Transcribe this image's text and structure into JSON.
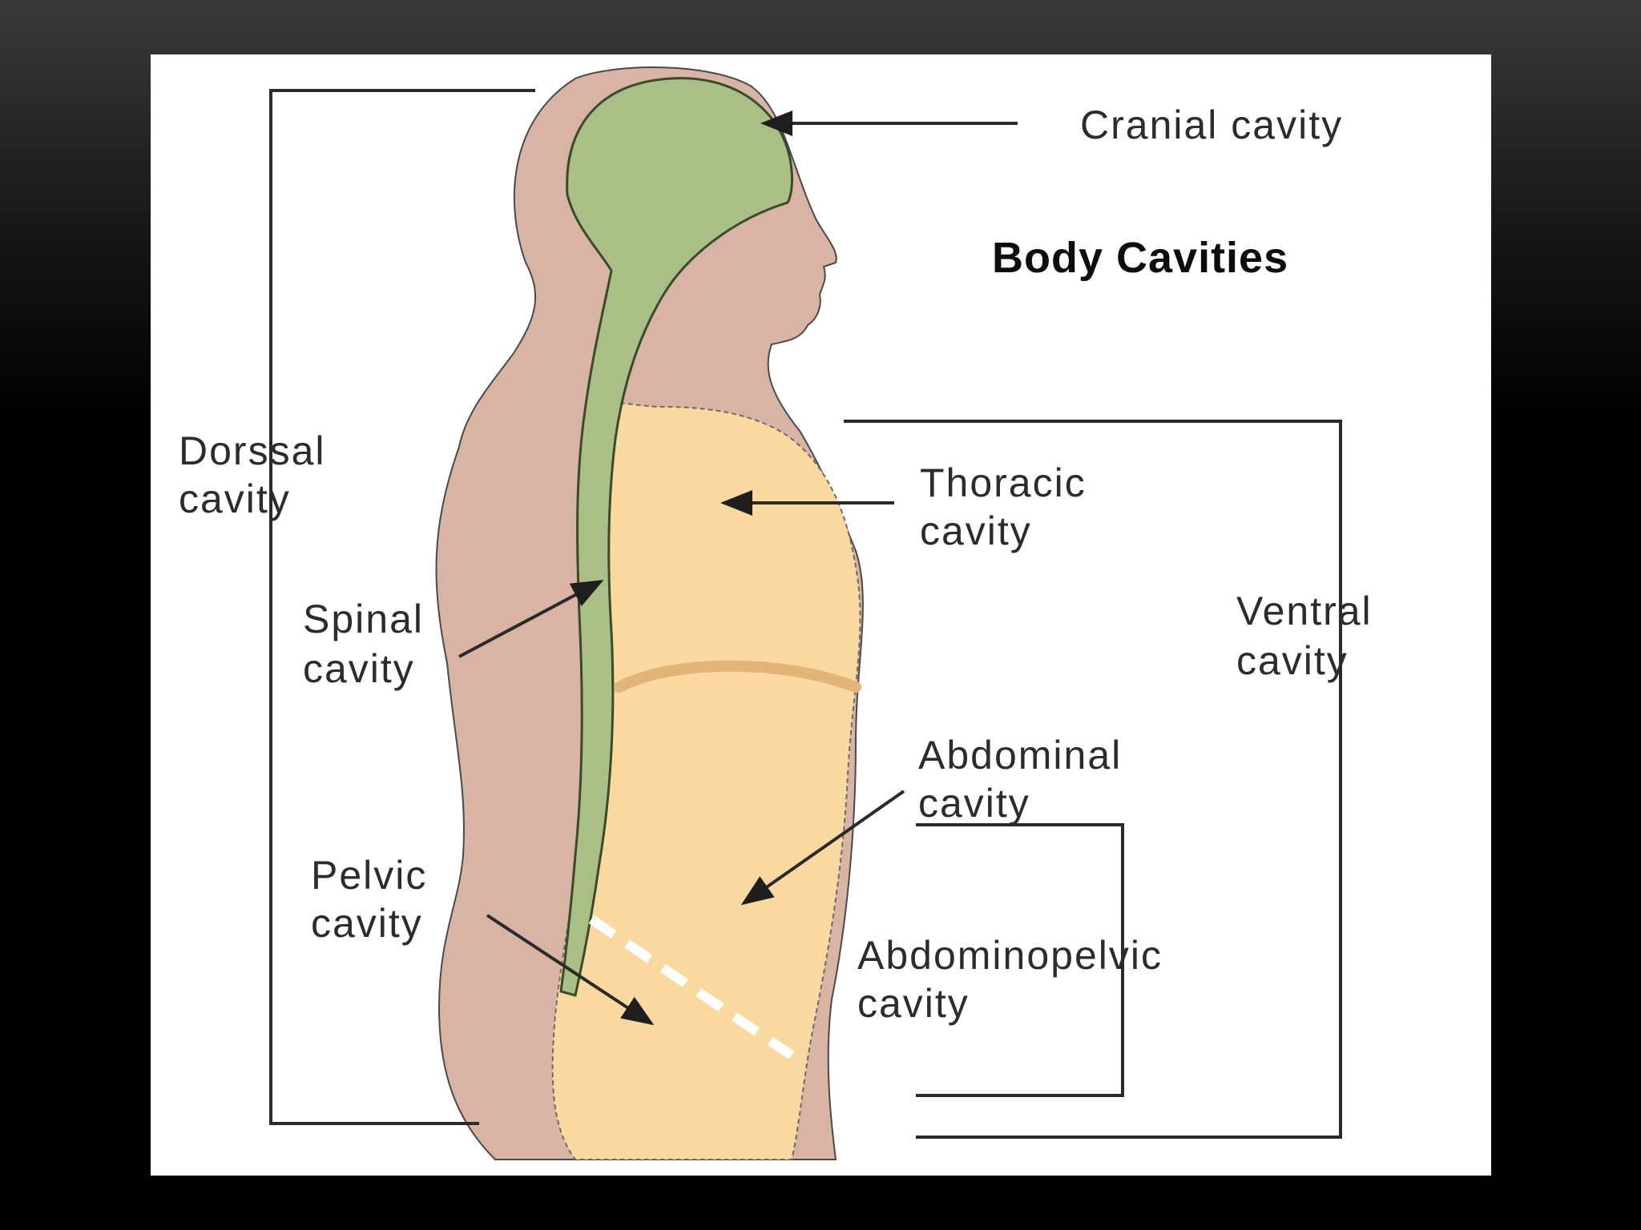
{
  "title": "Body Cavities",
  "labels": {
    "cranial": "Cranial cavity",
    "dorsal_1": "Dorssal",
    "dorsal_2": "cavity",
    "spinal_1": "Spinal",
    "spinal_2": "cavity",
    "thoracic_1": "Thoracic",
    "thoracic_2": "cavity",
    "ventral_1": "Ventral",
    "ventral_2": "cavity",
    "abdominal_1": "Abdominal",
    "abdominal_2": "cavity",
    "pelvic_1": "Pelvic",
    "pelvic_2": "cavity",
    "abdominopelvic_1": "Abdominopelvic",
    "abdominopelvic_2": "cavity"
  },
  "colors": {
    "skin": "#d9b3a3",
    "cranial_spinal": "#a9bf86",
    "ventral": "#fad9a1",
    "diaphragm": "#e3b478",
    "slide_background": "#000000",
    "panel": "#ffffff"
  }
}
